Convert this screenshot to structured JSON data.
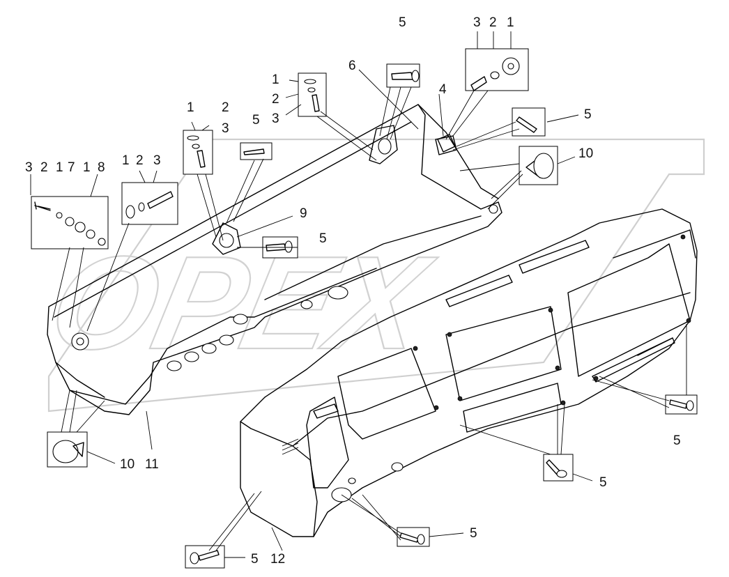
{
  "watermark": {
    "text": "OPEX"
  },
  "callouts": [
    {
      "text": "3"
    },
    {
      "text": "2"
    },
    {
      "text": "1"
    },
    {
      "text": "7"
    },
    {
      "text": "1"
    },
    {
      "text": "8"
    },
    {
      "text": "1"
    },
    {
      "text": "2"
    },
    {
      "text": "3"
    },
    {
      "text": "1"
    },
    {
      "text": "2"
    },
    {
      "text": "3"
    },
    {
      "text": "5"
    },
    {
      "text": "1"
    },
    {
      "text": "2"
    },
    {
      "text": "3"
    },
    {
      "text": "6"
    },
    {
      "text": "5"
    },
    {
      "text": "3"
    },
    {
      "text": "2"
    },
    {
      "text": "1"
    },
    {
      "text": "4"
    },
    {
      "text": "5"
    },
    {
      "text": "10"
    },
    {
      "text": "9"
    },
    {
      "text": "5"
    },
    {
      "text": "10"
    },
    {
      "text": "11"
    },
    {
      "text": "5"
    },
    {
      "text": "5"
    },
    {
      "text": "5"
    },
    {
      "text": "5"
    },
    {
      "text": "12"
    }
  ]
}
